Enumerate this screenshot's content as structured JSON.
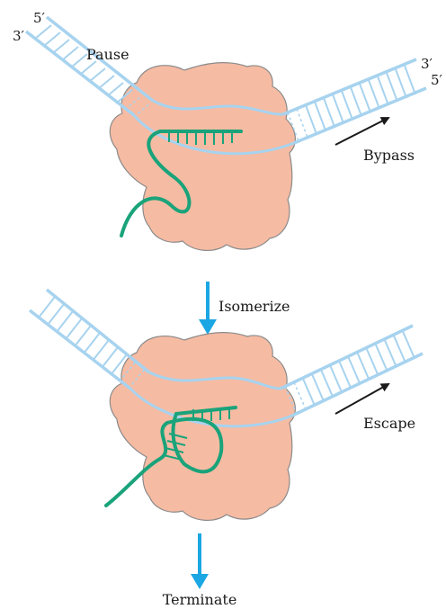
{
  "top_panel": {
    "label_pause": "Pause",
    "label_bypass": "Bypass",
    "left_end_5": "5′",
    "left_end_3": "3′",
    "right_end_3": "3′",
    "right_end_5": "5′"
  },
  "middle": {
    "label_isomerize": "Isomerize"
  },
  "bottom_panel": {
    "label_escape": "Escape"
  },
  "footer": {
    "label_terminate": "Terminate"
  },
  "colors": {
    "polymerase": "#f6bba3",
    "polymerase_outline": "#8b8b8b",
    "dna": "#a7d3ef",
    "rna": "#1aa37a",
    "arrow_blue": "#1aa7e3",
    "arrow_black": "#1a1a1a"
  }
}
